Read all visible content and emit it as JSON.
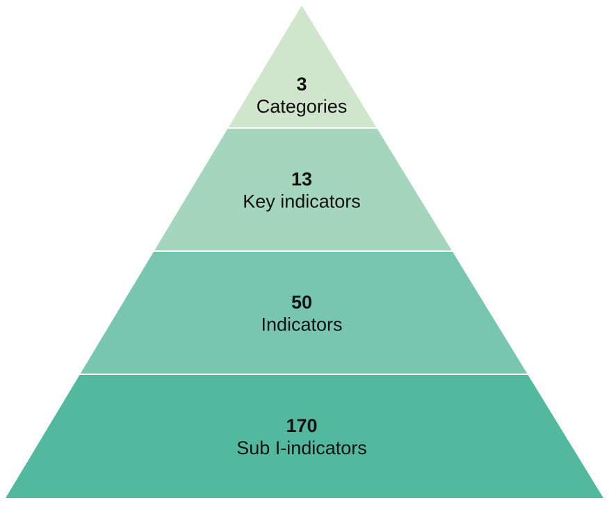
{
  "pyramid": {
    "tiers": [
      {
        "number": "3",
        "label": "Categories",
        "color": "#cfe6cd"
      },
      {
        "number": "13",
        "label": "Key indicators",
        "color": "#a4d5bd"
      },
      {
        "number": "50",
        "label": "Indicators",
        "color": "#78c6ad"
      },
      {
        "number": "170",
        "label": "Sub I-indicators",
        "color": "#52b99f"
      }
    ]
  }
}
